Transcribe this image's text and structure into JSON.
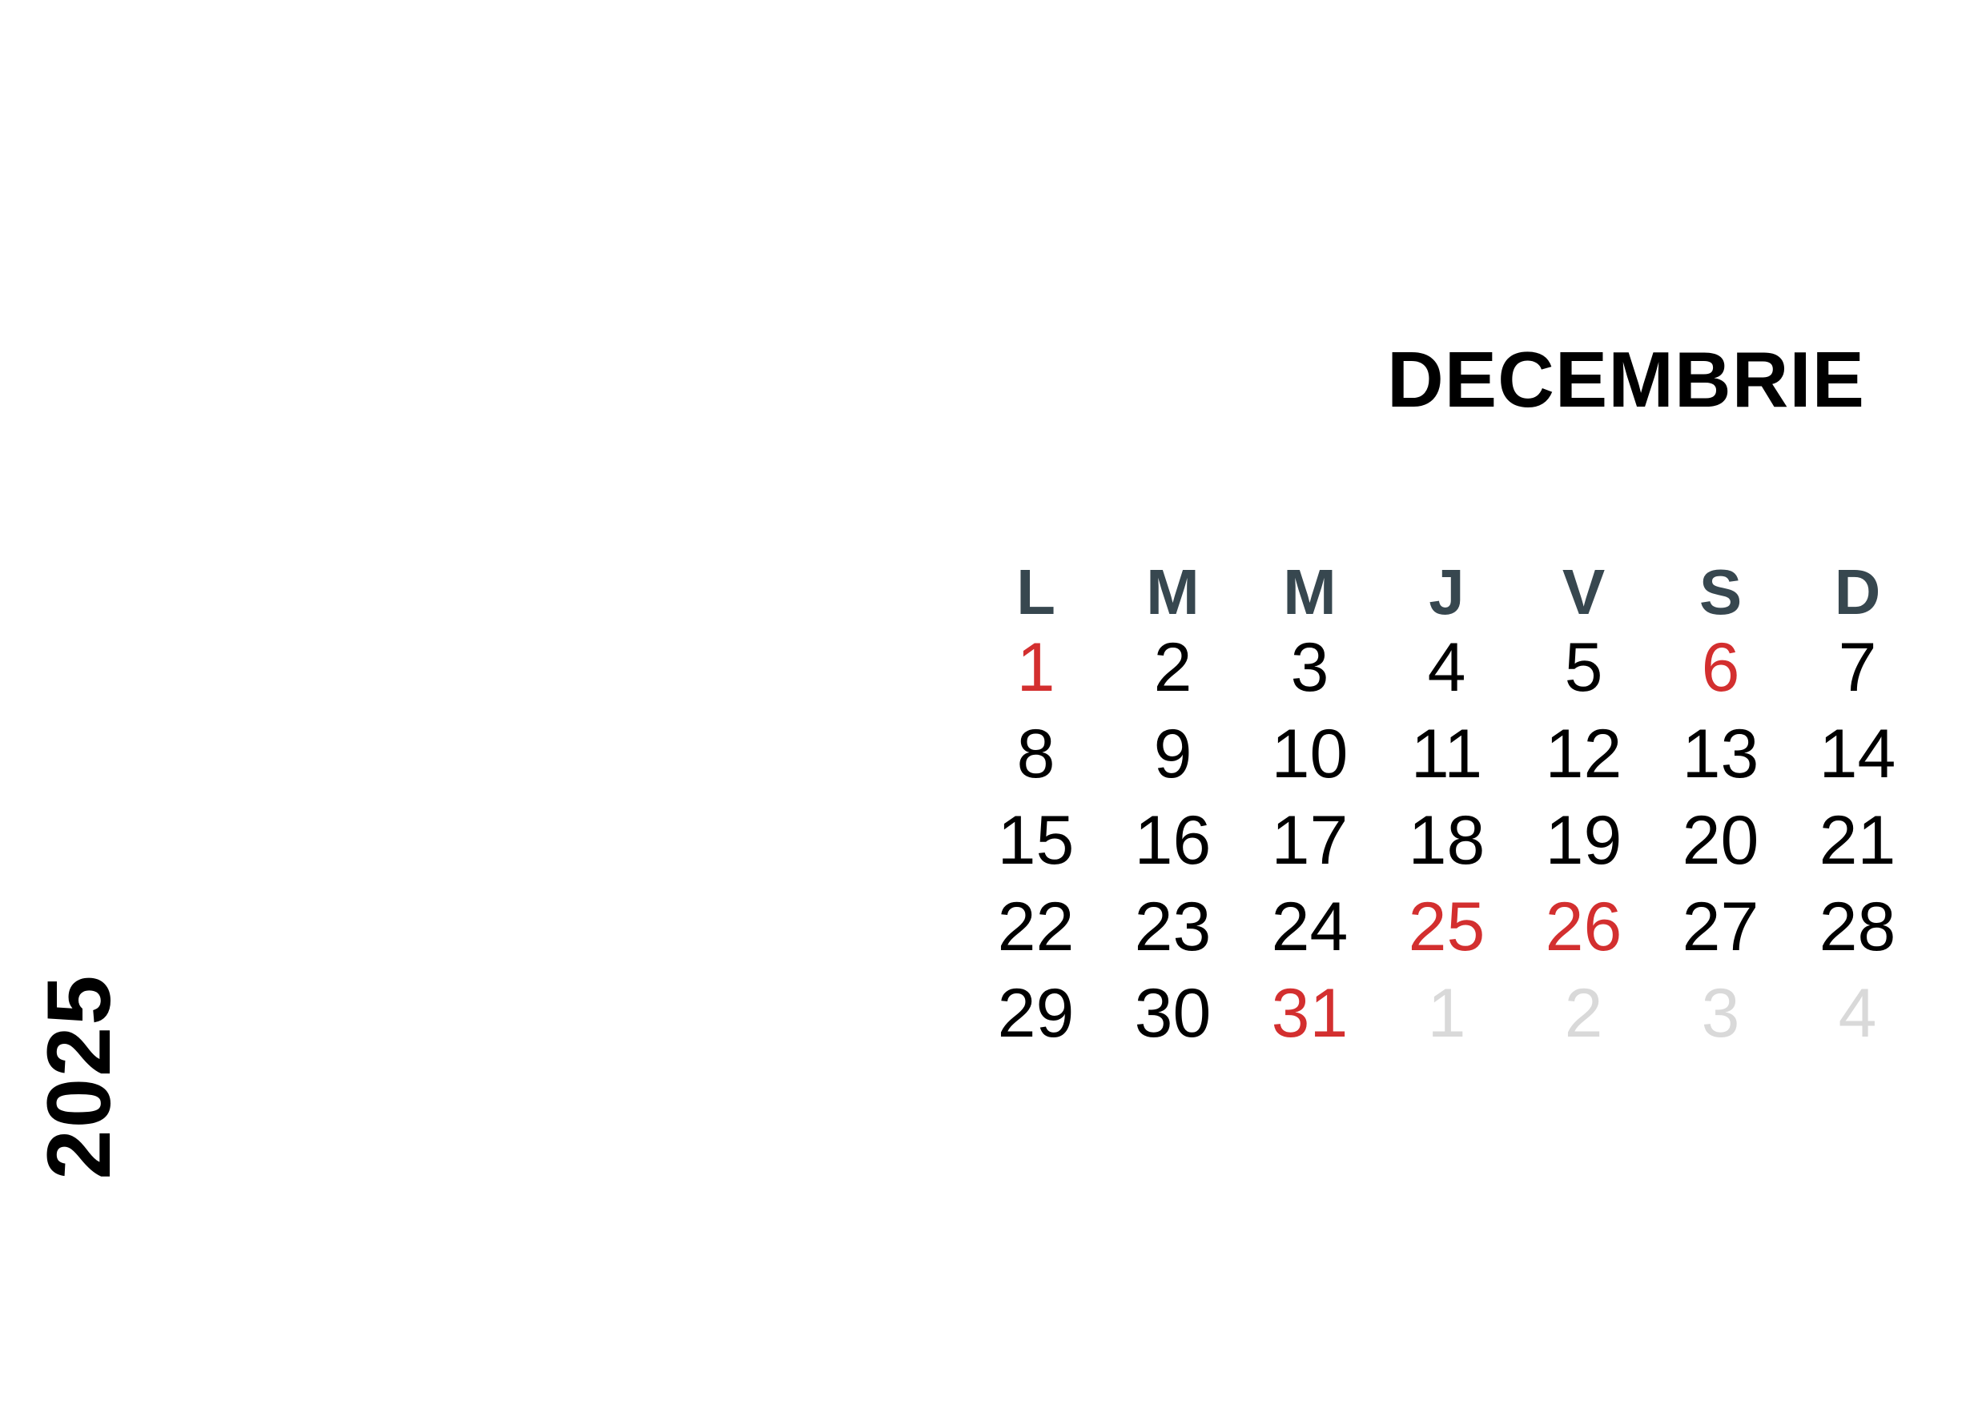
{
  "year": "2025",
  "month": "DECEMBRIE",
  "colors": {
    "holiday": "#d32f2f",
    "other_month": "#d9d9d9",
    "weekday_header": "#37474f"
  },
  "weekdays": [
    "L",
    "M",
    "M",
    "J",
    "V",
    "S",
    "D"
  ],
  "weeks": [
    [
      {
        "d": "1",
        "t": "holiday"
      },
      {
        "d": "2",
        "t": ""
      },
      {
        "d": "3",
        "t": ""
      },
      {
        "d": "4",
        "t": ""
      },
      {
        "d": "5",
        "t": ""
      },
      {
        "d": "6",
        "t": "holiday"
      },
      {
        "d": "7",
        "t": ""
      }
    ],
    [
      {
        "d": "8",
        "t": ""
      },
      {
        "d": "9",
        "t": ""
      },
      {
        "d": "10",
        "t": ""
      },
      {
        "d": "11",
        "t": ""
      },
      {
        "d": "12",
        "t": ""
      },
      {
        "d": "13",
        "t": ""
      },
      {
        "d": "14",
        "t": ""
      }
    ],
    [
      {
        "d": "15",
        "t": ""
      },
      {
        "d": "16",
        "t": ""
      },
      {
        "d": "17",
        "t": ""
      },
      {
        "d": "18",
        "t": ""
      },
      {
        "d": "19",
        "t": ""
      },
      {
        "d": "20",
        "t": ""
      },
      {
        "d": "21",
        "t": ""
      }
    ],
    [
      {
        "d": "22",
        "t": ""
      },
      {
        "d": "23",
        "t": ""
      },
      {
        "d": "24",
        "t": ""
      },
      {
        "d": "25",
        "t": "holiday"
      },
      {
        "d": "26",
        "t": "holiday"
      },
      {
        "d": "27",
        "t": ""
      },
      {
        "d": "28",
        "t": ""
      }
    ],
    [
      {
        "d": "29",
        "t": ""
      },
      {
        "d": "30",
        "t": ""
      },
      {
        "d": "31",
        "t": "holiday"
      },
      {
        "d": "1",
        "t": "other"
      },
      {
        "d": "2",
        "t": "other"
      },
      {
        "d": "3",
        "t": "other"
      },
      {
        "d": "4",
        "t": "other"
      }
    ]
  ]
}
